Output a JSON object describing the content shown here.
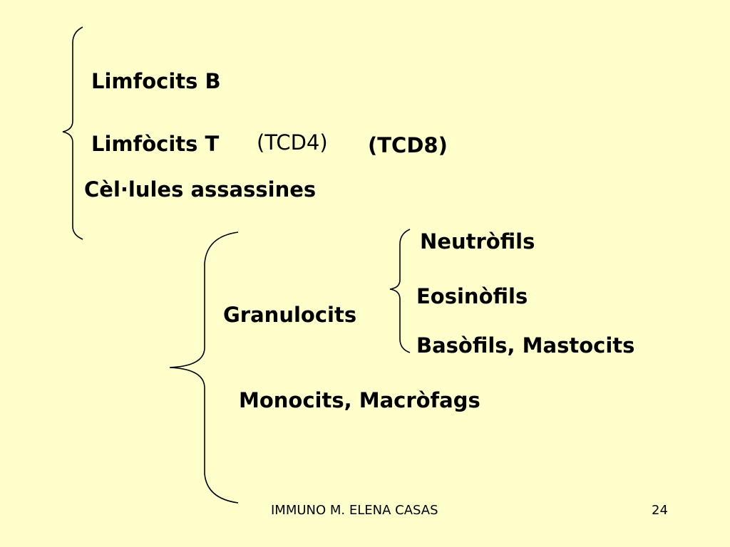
{
  "slide": {
    "items": {
      "limfocits_b": "Limfocits B",
      "limfocits_t": "Limfòcits T",
      "tcd4": "(TCD4)",
      "tcd8": "(TCD8)",
      "cel_lules": "Cèl·lules assassines",
      "neutrofils": "Neutròfils",
      "eosinofils": "Eosinòfils",
      "granulocits": "Granulocits",
      "basofils": "Basòfils, Mastocits",
      "monocits": "Monocits, Macròfags"
    },
    "footer": {
      "author": "IMMUNO M. ELENA CASAS",
      "page_number": "24"
    }
  },
  "colors": {
    "background": "#ffffcc",
    "text": "#000000"
  }
}
